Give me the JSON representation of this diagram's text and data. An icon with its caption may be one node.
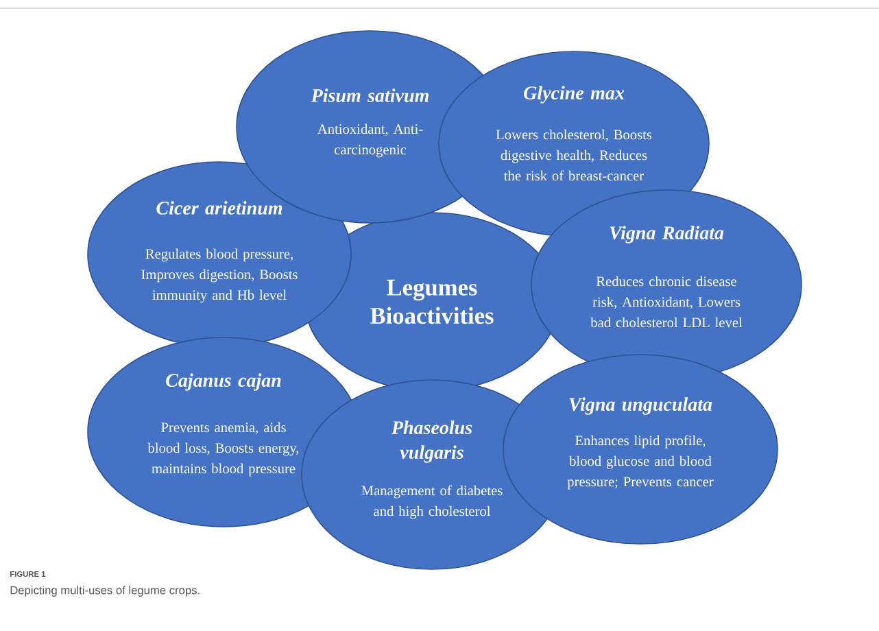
{
  "diagram": {
    "caption": "Depicting multi-uses of legume crops.",
    "nodes": [
      {
        "text": [
          "Pisum sativum",
          "Antioxidant, Anti-carcinogenic"
        ]
      },
      {
        "text": [
          "Glycine max",
          "Lowers cholesterol, Boosts digestive health, Reduces the risk of breast-cancer"
        ]
      },
      {
        "text": [
          "Cicer arietinum",
          "Regulates blood pressure, Improves digestion, Boosts immunity and Hb level"
        ]
      },
      {
        "text": [
          "Legumes Bioactivities"
        ]
      },
      {
        "text": [
          "Vigna Radiata",
          "Reduces chronic disease risk, Antioxidant, Lowers bad cholesterol LDL level"
        ]
      },
      {
        "text": [
          "Cajanus cajan",
          "Prevents anemia, aids blood loss, Boosts energy, maintains blood pressure"
        ]
      },
      {
        "text": [
          "Phaseolus vulgaris",
          "Management of diabetes and high cholesterol"
        ]
      },
      {
        "text": [
          "Vigna unguculata",
          "Enhances lipid profile, blood glucose and blood pressure; Prevents cancer"
        ]
      }
    ],
    "labels": [
      "FIGURE 1"
    ]
  }
}
